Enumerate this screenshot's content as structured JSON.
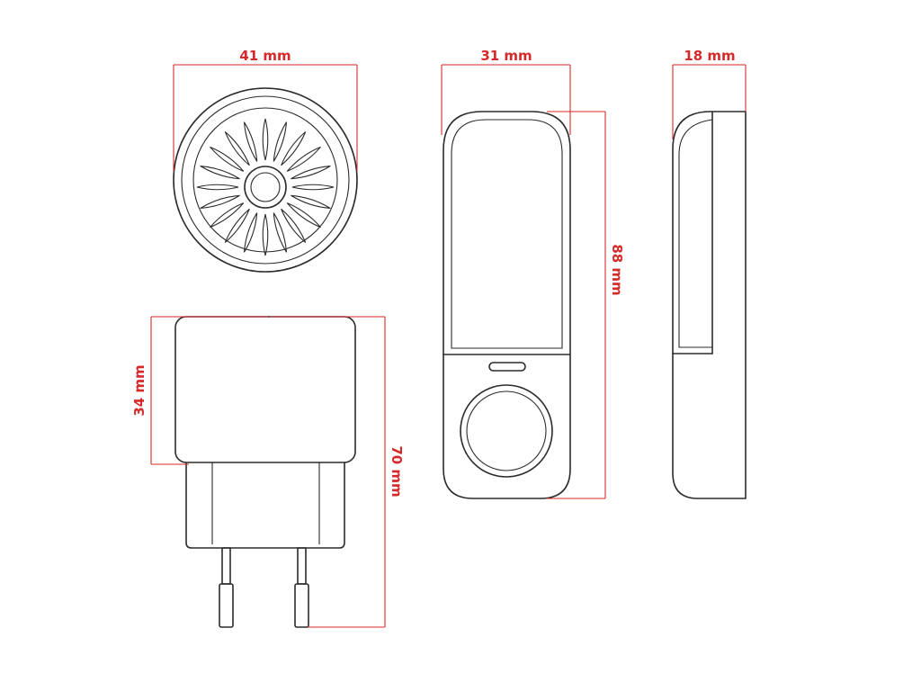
{
  "colors": {
    "outline": "#2b2b2b",
    "dimension": "#d42a2a",
    "background": "#ffffff"
  },
  "dimensions": {
    "top_view_width": "41 mm",
    "front_view_width": "31 mm",
    "side_view_width": "18 mm",
    "front_view_height": "88 mm",
    "body_height": "34 mm",
    "total_height": "70 mm"
  }
}
